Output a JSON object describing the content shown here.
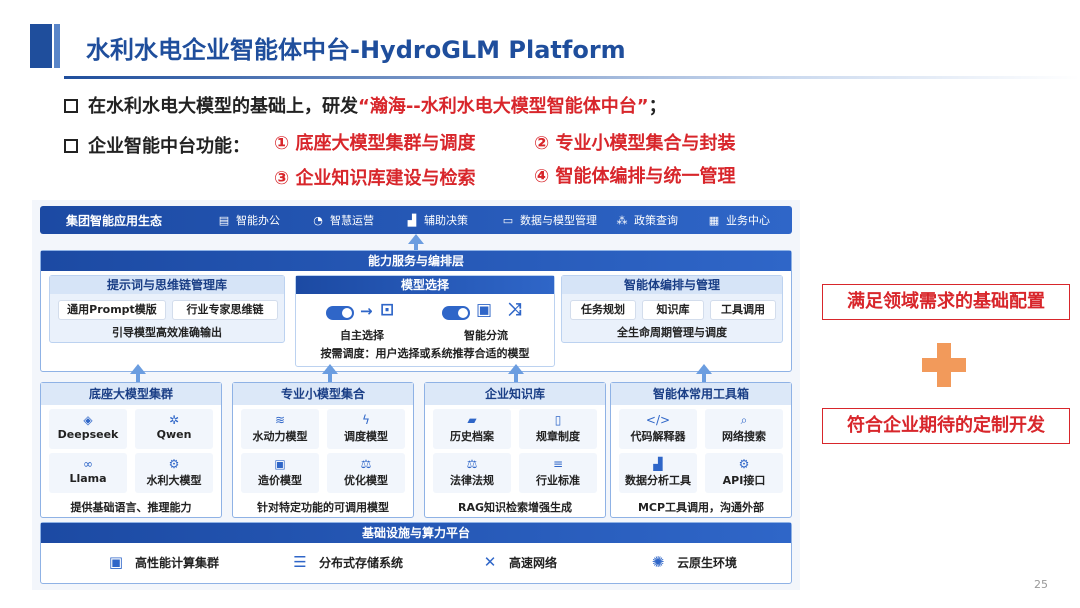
{
  "title": "水利水电企业智能体中台-HydroGLM Platform",
  "bullets": {
    "b1_prefix": "在水利水电大模型的基础上，研发",
    "b1_highlight": "“瀚海--水利水电大模型智能体中台”",
    "b1_suffix": "；",
    "b2_label": "企业智能中台功能：",
    "functions": [
      "① 底座大模型集群与调度",
      "② 专业小模型集合与封装",
      "③ 企业知识库建设与检索",
      "④ 智能体编排与统一管理"
    ]
  },
  "diagram": {
    "eco": {
      "title": "集团智能应用生态",
      "items": [
        {
          "icon": "document-icon",
          "glyph": "▤",
          "label": "智能办公"
        },
        {
          "icon": "gauge-icon",
          "glyph": "◔",
          "label": "智慧运营"
        },
        {
          "icon": "bar-chart-icon",
          "glyph": "▟",
          "label": "辅助决策"
        },
        {
          "icon": "monitor-icon",
          "glyph": "▭",
          "label": "数据与模型管理"
        },
        {
          "icon": "network-icon",
          "glyph": "⁂",
          "label": "政策查询"
        },
        {
          "icon": "grid-icon",
          "glyph": "▦",
          "label": "业务中心"
        }
      ]
    },
    "service": {
      "title": "能力服务与编排层",
      "prompt": {
        "title": "提示词与思维链管理库",
        "pills": [
          "通用Prompt模版",
          "行业专家思维链"
        ],
        "footer": "引导模型高效准确输出"
      },
      "model": {
        "title": "模型选择",
        "manual_label": "自主选择",
        "auto_label": "智能分流",
        "footer": "按需调度：用户选择或系统推荐合适的模型"
      },
      "agent": {
        "title": "智能体编排与管理",
        "pills": [
          "任务规划",
          "知识库",
          "工具调用"
        ],
        "footer": "全生命周期管理与调度"
      }
    },
    "columns": [
      {
        "title": "底座大模型集群",
        "tiles": [
          {
            "icon": "deepseek-logo-icon",
            "glyph": "◈",
            "label": "Deepseek"
          },
          {
            "icon": "qwen-logo-icon",
            "glyph": "✲",
            "label": "Qwen"
          },
          {
            "icon": "llama-logo-icon",
            "glyph": "∞",
            "label": "Llama"
          },
          {
            "icon": "gear-icon",
            "glyph": "⚙",
            "label": "水利大模型"
          }
        ],
        "footer": "提供基础语言、推理能力"
      },
      {
        "title": "专业小模型集合",
        "tiles": [
          {
            "icon": "water-icon",
            "glyph": "≋",
            "label": "水动力模型"
          },
          {
            "icon": "lightning-icon",
            "glyph": "ϟ",
            "label": "调度模型"
          },
          {
            "icon": "calculator-icon",
            "glyph": "▣",
            "label": "造价模型"
          },
          {
            "icon": "balance-icon",
            "glyph": "⚖",
            "label": "优化模型"
          }
        ],
        "footer": "针对特定功能的可调用模型"
      },
      {
        "title": "企业知识库",
        "tiles": [
          {
            "icon": "folder-icon",
            "glyph": "▰",
            "label": "历史档案"
          },
          {
            "icon": "file-icon",
            "glyph": "▯",
            "label": "规章制度"
          },
          {
            "icon": "law-icon",
            "glyph": "⚖",
            "label": "法律法规"
          },
          {
            "icon": "database-icon",
            "glyph": "≡",
            "label": "行业标准"
          }
        ],
        "footer": "RAG知识检索增强生成"
      },
      {
        "title": "智能体常用工具箱",
        "tiles": [
          {
            "icon": "code-icon",
            "glyph": "</>",
            "label": "代码解释器"
          },
          {
            "icon": "search-icon",
            "glyph": "⌕",
            "label": "网络搜索"
          },
          {
            "icon": "chart-icon",
            "glyph": "▟",
            "label": "数据分析工具"
          },
          {
            "icon": "gear-icon",
            "glyph": "⚙",
            "label": "API接口"
          }
        ],
        "footer": "MCP工具调用，沟通外部"
      }
    ],
    "infra": {
      "title": "基础设施与算力平台",
      "items": [
        {
          "icon": "chip-icon",
          "glyph": "▣",
          "label": "高性能计算集群"
        },
        {
          "icon": "database-icon",
          "glyph": "☰",
          "label": "分布式存储系统"
        },
        {
          "icon": "cross-arrows-icon",
          "glyph": "✕",
          "label": "高速网络"
        },
        {
          "icon": "cloud-native-icon",
          "glyph": "✺",
          "label": "云原生环境"
        }
      ]
    }
  },
  "side": {
    "top": "满足领域需求的基础配置",
    "bottom": "符合企业期待的定制开发"
  },
  "page_number": "25",
  "colors": {
    "brand_blue": "#1f4e9c",
    "accent_red": "#d8262b",
    "plus_orange": "#f29a5b"
  }
}
